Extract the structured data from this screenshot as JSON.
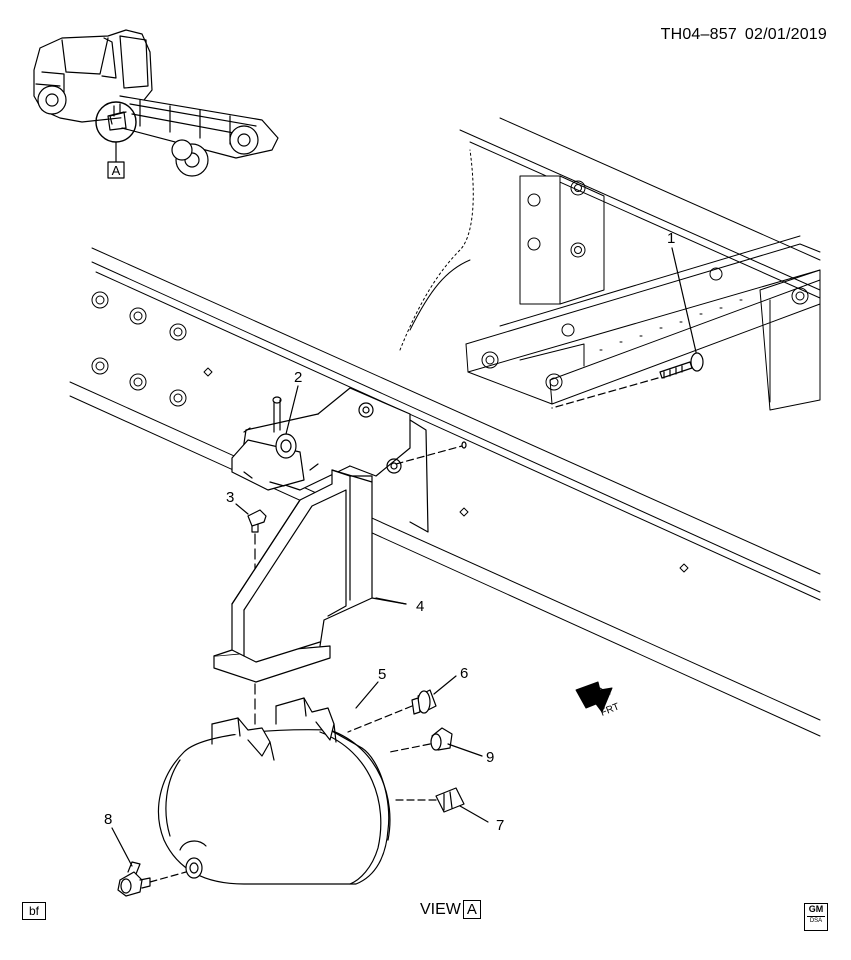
{
  "header": {
    "diagram_id": "TH04–857",
    "date": "02/01/2019"
  },
  "inset": {
    "view_label": "A"
  },
  "callouts": [
    {
      "n": "1"
    },
    {
      "n": "2"
    },
    {
      "n": "3"
    },
    {
      "n": "4"
    },
    {
      "n": "5"
    },
    {
      "n": "6"
    },
    {
      "n": "7"
    },
    {
      "n": "8"
    },
    {
      "n": "9"
    }
  ],
  "front_arrow": {
    "text": "FRT"
  },
  "footer": {
    "bf_box": "bf",
    "view_text": "VIEW",
    "view_letter": "A",
    "logo_top": "GM",
    "logo_sub": "DSA"
  },
  "icons": [
    "front-direction-arrow-icon",
    "gm-logo-icon"
  ]
}
